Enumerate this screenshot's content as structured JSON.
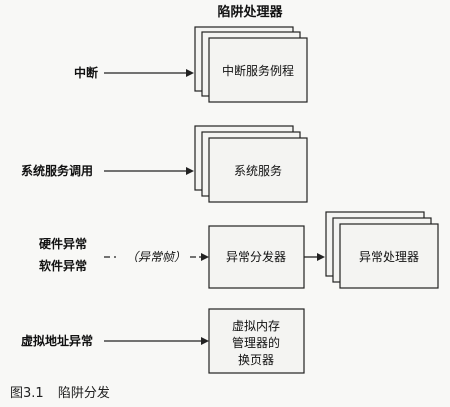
{
  "diagram": {
    "title": "陷阱处理器",
    "inputs": {
      "interrupt": "中断",
      "system_service_call": "系统服务调用",
      "hardware_exception": "硬件异常",
      "software_exception": "软件异常",
      "exception_frame": "（异常帧）",
      "virtual_address_exception": "虚拟地址异常"
    },
    "boxes": {
      "interrupt_service_routine": "中断服务例程",
      "system_service": "系统服务",
      "exception_dispatcher": "异常分发器",
      "exception_handler": "异常处理器",
      "vm_pager_line1": "虚拟内存",
      "vm_pager_line2": "管理器的",
      "vm_pager_line3": "换页器"
    }
  },
  "caption": {
    "figure_number": "图3.1",
    "title": "陷阱分发"
  }
}
